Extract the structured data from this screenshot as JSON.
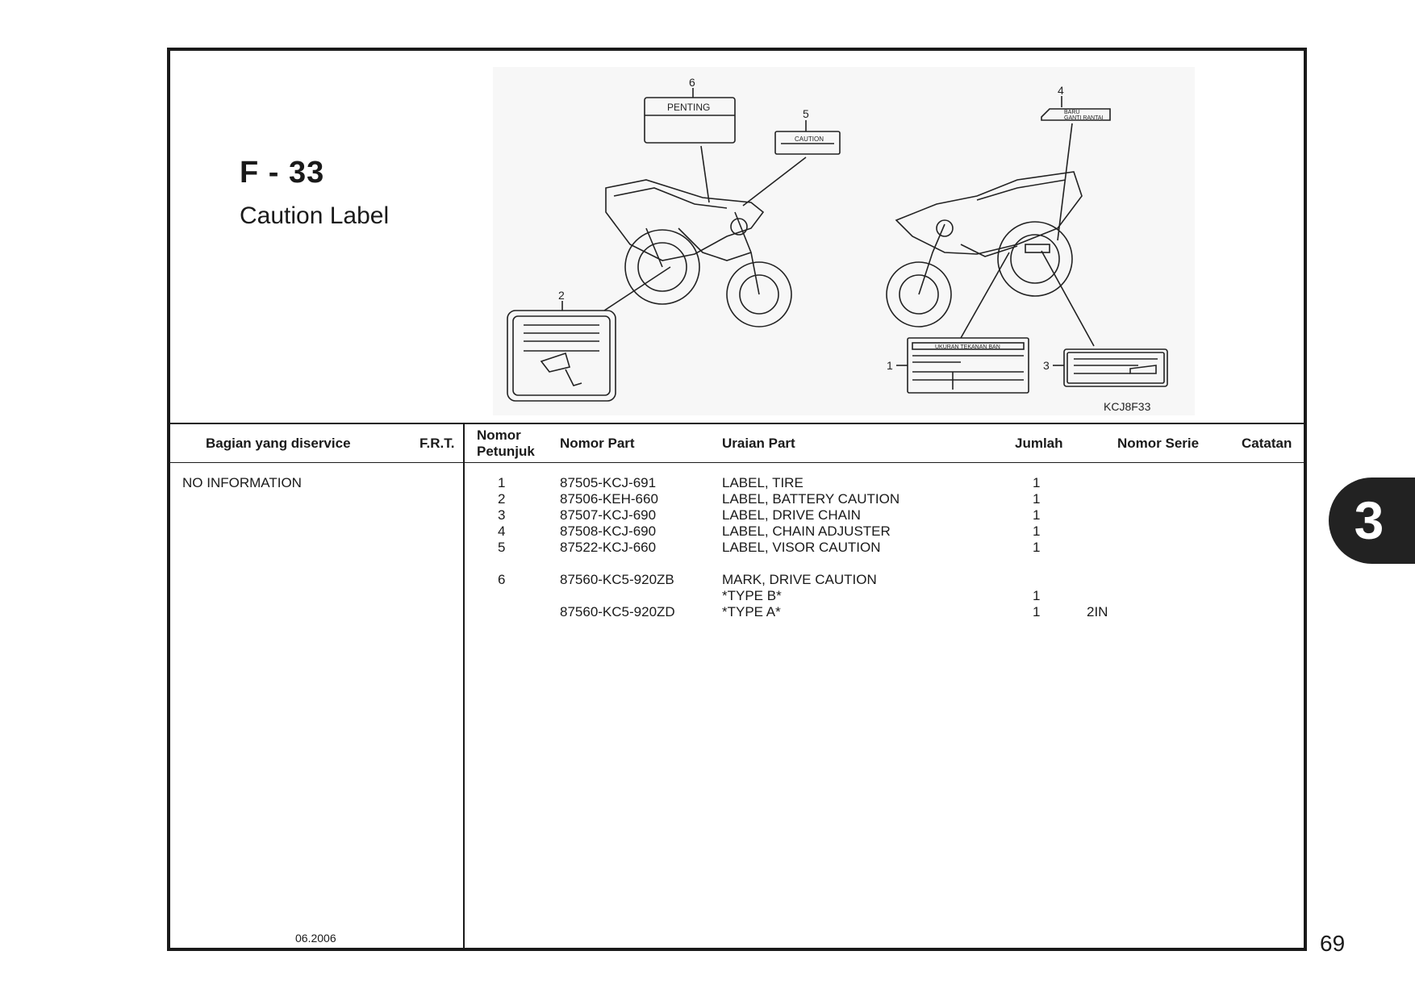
{
  "page": {
    "code": "F - 33",
    "title": "Caution Label",
    "figure_code": "KCJ8F33",
    "date": "06.2006",
    "page_number": "69",
    "chapter": "3"
  },
  "illustration": {
    "callouts": [
      "6",
      "5",
      "4",
      "2",
      "1",
      "3"
    ],
    "label_texts": {
      "penting": "PENTING",
      "caution": "CAUTION",
      "baru": "BARU",
      "ganti_rantai": "GANTI RANTAI",
      "ukuran": "UKURAN TEKANAN BAN"
    }
  },
  "table": {
    "headers": {
      "bagian": "Bagian yang diservice",
      "frt": "F.R.T.",
      "nomor_petunjuk_1": "Nomor",
      "nomor_petunjuk_2": "Petunjuk",
      "nomor_part": "Nomor Part",
      "uraian_part": "Uraian Part",
      "jumlah": "Jumlah",
      "nomor_serie": "Nomor Serie",
      "catatan": "Catatan"
    },
    "service_part": "NO INFORMATION",
    "rows": [
      {
        "no": "1",
        "part": "87505-KCJ-691",
        "desc": "LABEL, TIRE",
        "qty": "1",
        "serie": ""
      },
      {
        "no": "2",
        "part": "87506-KEH-660",
        "desc": "LABEL, BATTERY CAUTION",
        "qty": "1",
        "serie": ""
      },
      {
        "no": "3",
        "part": "87507-KCJ-690",
        "desc": "LABEL, DRIVE CHAIN",
        "qty": "1",
        "serie": ""
      },
      {
        "no": "4",
        "part": "87508-KCJ-690",
        "desc": "LABEL, CHAIN ADJUSTER",
        "qty": "1",
        "serie": ""
      },
      {
        "no": "5",
        "part": "87522-KCJ-660",
        "desc": "LABEL, VISOR CAUTION",
        "qty": "1",
        "serie": ""
      },
      {
        "no": "6",
        "part": "87560-KC5-920ZB",
        "desc": "MARK, DRIVE CAUTION",
        "qty": "",
        "serie": ""
      },
      {
        "no": "",
        "part": "",
        "desc": "*TYPE B*",
        "qty": "1",
        "serie": ""
      },
      {
        "no": "",
        "part": "87560-KC5-920ZD",
        "desc": "*TYPE A*",
        "qty": "1",
        "serie": "2IN"
      }
    ]
  }
}
